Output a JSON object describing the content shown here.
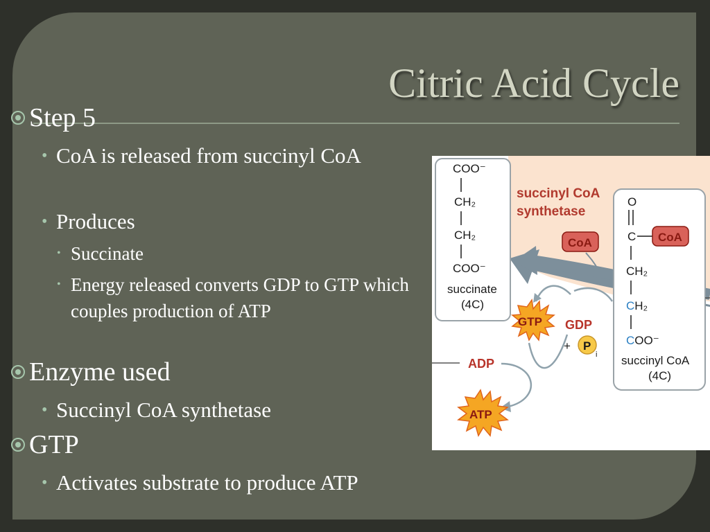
{
  "slide": {
    "title": "Citric Acid Cycle",
    "items": [
      {
        "level": 1,
        "text": "Step 5"
      },
      {
        "level": 2,
        "text": "CoA is released from succinyl CoA"
      },
      {
        "level": 2,
        "text": "Produces"
      },
      {
        "level": 3,
        "text": "Succinate"
      },
      {
        "level": 3,
        "text": "Energy released converts GDP to GTP which couples production of ATP"
      },
      {
        "level": 1,
        "text": "Enzyme used"
      },
      {
        "level": 2,
        "text": "Succinyl CoA synthetase"
      },
      {
        "level": 1,
        "text": "GTP"
      },
      {
        "level": 2,
        "text": "Activates substrate to produce ATP"
      }
    ]
  },
  "diagram": {
    "enzyme_line1": "succinyl CoA",
    "enzyme_line2": "synthetase",
    "coa_label": "CoA",
    "succinate": {
      "label": "succinate",
      "carbons": "(4C)"
    },
    "succinyl_coa": {
      "label": "succinyl CoA",
      "carbons": "(4C)"
    },
    "gtp": "GTP",
    "gdp": "GDP",
    "pi": "P",
    "pi_sub": "i",
    "plus": "+",
    "adp": "ADP",
    "atp": "ATP"
  },
  "colors": {
    "background": "#5f6356",
    "title": "#d2d5c3",
    "bullet": "#a6c6ac",
    "enzyme_text": "#b13a2e",
    "coa_fill": "#d9625a",
    "burst": "#f5a623"
  }
}
